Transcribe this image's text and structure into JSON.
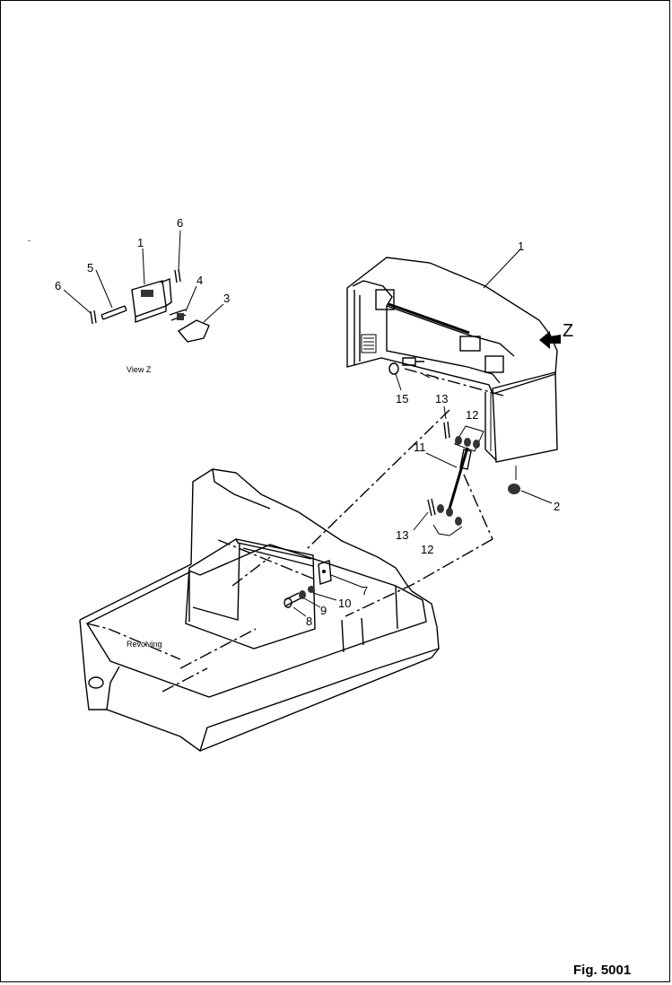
{
  "figure": {
    "label": "Fig. 5001"
  },
  "view_z": {
    "caption": "View Z",
    "callouts": [
      "1",
      "6",
      "5",
      "6",
      "4",
      "3"
    ]
  },
  "main": {
    "direction_label": "Z",
    "callouts": [
      "1",
      "15",
      "13",
      "12",
      "11",
      "2",
      "13",
      "12",
      "7",
      "10",
      "9",
      "8"
    ],
    "frame_text": "Revolving"
  }
}
